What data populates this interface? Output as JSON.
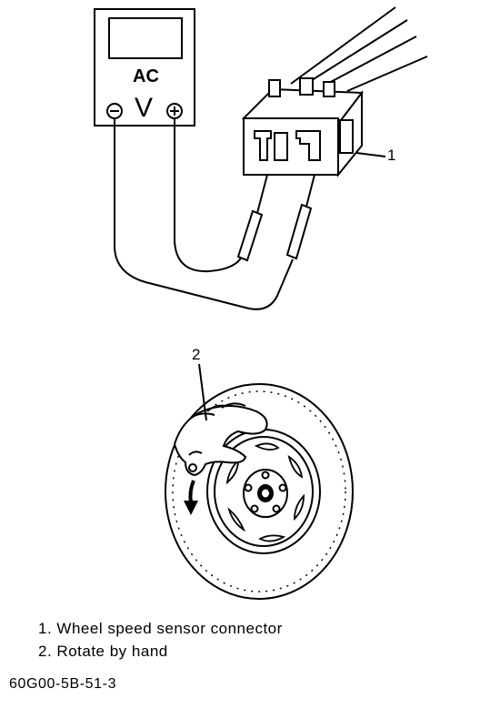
{
  "meter": {
    "mode": "AC",
    "unit": "V",
    "neg_terminal": "⊖",
    "pos_terminal": "⊕"
  },
  "callouts": {
    "connector": "1",
    "hand": "2"
  },
  "legend": [
    {
      "num": "1.",
      "text": "Wheel speed sensor connector"
    },
    {
      "num": "2.",
      "text": "Rotate by hand"
    }
  ],
  "figure_code": "60G00-5B-51-3",
  "colors": {
    "ink": "#000000",
    "paper": "#ffffff"
  }
}
